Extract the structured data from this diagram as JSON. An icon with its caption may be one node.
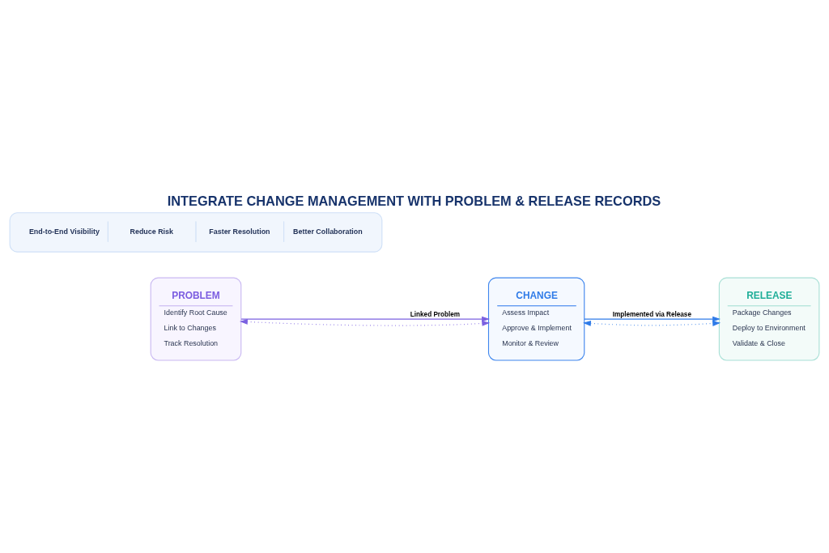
{
  "diagram": {
    "title": "INTEGRATE CHANGE MANAGEMENT WITH PROBLEM & RELEASE RECORDS",
    "nodes": [
      {
        "text": [
          "PROBLEM",
          "Identify Root Cause",
          "Link to Changes",
          "Track Resolution"
        ]
      },
      {
        "text": [
          "CHANGE",
          "Assess Impact",
          "Approve & Implement",
          "Monitor & Review"
        ]
      },
      {
        "text": [
          "RELEASE",
          "Package Changes",
          "Deploy to Environment",
          "Validate & Close"
        ]
      },
      {
        "text": [
          "End-to-End Visibility",
          "Reduce Risk",
          "Faster Resolution",
          "Better Collaboration"
        ]
      }
    ],
    "edges": [
      {
        "from": 0,
        "to": 1,
        "arrow": "to",
        "label": "Linked Problem",
        "color": "#7b61e0"
      },
      {
        "from": 1,
        "to": 2,
        "arrow": "to",
        "label": "Implemented via Release",
        "color": "#2f7be8"
      },
      {
        "from": 0,
        "to": 1,
        "arrow": "both",
        "style": "dashed",
        "color": "#7b61e0"
      },
      {
        "from": 1,
        "to": 2,
        "arrow": "both",
        "style": "dashed",
        "color": "#2f7be8"
      }
    ]
  }
}
